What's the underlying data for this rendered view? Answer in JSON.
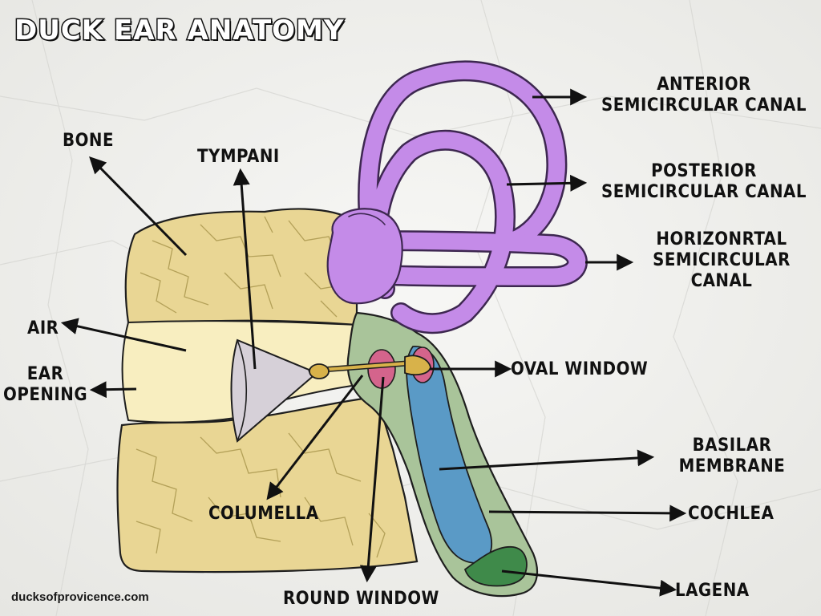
{
  "title": "DUCK EAR ANATOMY",
  "footer": "ducksofprovicence.com",
  "colors": {
    "bone": "#e9d694",
    "bone_crack": "#b3a058",
    "air": "#f8eec0",
    "canal": "#c48be8",
    "canal_outline": "#3d2750",
    "cochlea": "#a9c49a",
    "basilar": "#5a9ac6",
    "lagena": "#3f8a4a",
    "window": "#d4648c",
    "tympani": "#d6d0d8",
    "columella": "#d8b24a",
    "arrow": "#111111"
  },
  "labels": {
    "bone": "BONE",
    "tympani": "TYMPANI",
    "air": "AIR",
    "ear_opening": [
      "EAR",
      "OPENING"
    ],
    "columella": "COLUMELLA",
    "round_window": "ROUND WINDOW",
    "anterior": [
      "ANTERIOR",
      "SEMICIRCULAR CANAL"
    ],
    "posterior": [
      "POSTERIOR",
      "SEMICIRCULAR CANAL"
    ],
    "horizontal": [
      "HORIZONRTAL",
      "SEMICIRCULAR",
      "CANAL"
    ],
    "oval_window": "OVAL WINDOW",
    "basilar": [
      "BASILAR",
      "MEMBRANE"
    ],
    "cochlea": "COCHLEA",
    "lagena": "LAGENA"
  }
}
